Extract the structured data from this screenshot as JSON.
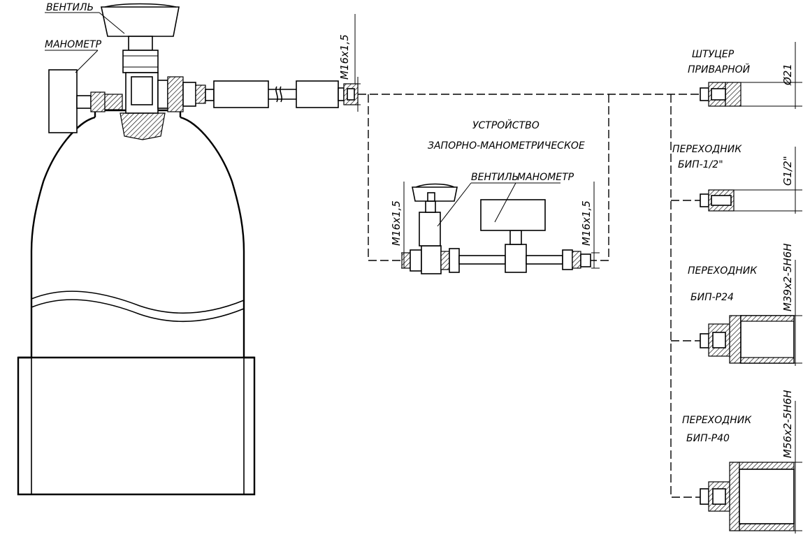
{
  "labels": {
    "valve_top": "ВЕНТИЛЬ",
    "gauge_top": "МАНОМЕТР",
    "thread_hose": "M16x1,5",
    "device_line1": "УСТРОЙСТВО",
    "device_line2": "ЗАПОРНО-МАНОМЕТРИЧЕСКОЕ",
    "device_valve": "ВЕНТИЛЬ",
    "device_gauge": "МАНОМЕТР",
    "thread_left": "M16x1,5",
    "thread_right": "M16x1,5",
    "fitting1_line1": "ШТУЦЕР",
    "fitting1_line2": "ПРИВАРНОЙ",
    "fitting1_dim": "Ø21",
    "adapter1_line1": "ПЕРЕХОДНИК",
    "adapter1_line2": "БИП-1/2\"",
    "adapter1_dim": "G1/2\"",
    "adapter2_line1": "ПЕРЕХОДНИК",
    "adapter2_line2": "БИП-Р24",
    "adapter2_dim": "M39x2-5H6H",
    "adapter3_line1": "ПЕРЕХОДНИК",
    "adapter3_line2": "БИП-Р40",
    "adapter3_dim": "M56x2-5H6H"
  }
}
